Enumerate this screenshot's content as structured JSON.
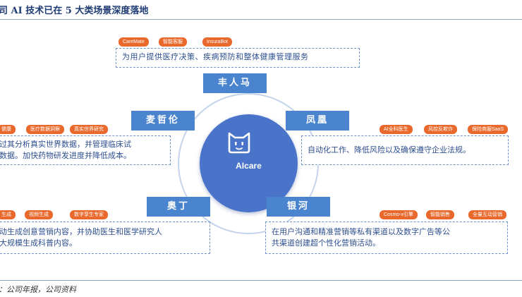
{
  "title": "司 AI 技术已在 5 大类场景深度落地",
  "source": "：公司年报，公司资料",
  "center": {
    "label": "AIcare",
    "icon": "cat-face-icon"
  },
  "colors": {
    "node": "#4a84cf",
    "core": "#4a74c9",
    "tag": "#e9692c",
    "text": "#2e4f8f"
  },
  "nodes": {
    "fengrenma": {
      "name": "丰人马",
      "tags": [
        "CareMate",
        "智能客服",
        "InsuraBot"
      ],
      "desc": "为用户提供医疗决策、疾病预防和整体健康管理服务"
    },
    "maizhelun": {
      "name": "麦哲伦",
      "tags": [
        "健康",
        "医疗数据洞察",
        "真实世界研究"
      ],
      "desc": [
        "过其分析真实世界数据，并管理临床试",
        "数据。加快药物研发进度并降低成本。"
      ]
    },
    "fenghuang": {
      "name": "凤凰",
      "tags": [
        "AI全科医生",
        "风控反欺诈",
        "保险商服SaaS"
      ],
      "desc": "自动化工作、降低风险以及确保遵守企业法规。"
    },
    "aoding": {
      "name": "奥丁",
      "tags": [
        "生成",
        "视频生成",
        "数字孪生专家"
      ],
      "desc": [
        "动生成创意营销内容，并协助医生和医学研究人",
        "大规模生成科普内容。"
      ]
    },
    "yinhe": {
      "name": "银河",
      "tags": [
        "Cosmo-x引擎",
        "智能销售",
        "全量互动营销"
      ],
      "desc": [
        "在用户沟通和精准营销等私有渠道以及数字广告等公",
        "共渠道创建超个性化营销活动。"
      ]
    }
  }
}
